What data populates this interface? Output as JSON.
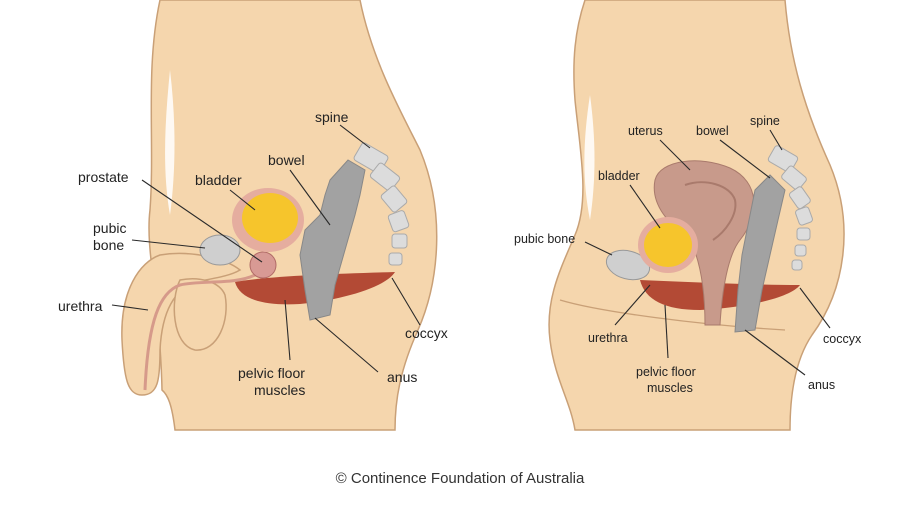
{
  "male_labels": {
    "spine": "spine",
    "bowel": "bowel",
    "bladder": "bladder",
    "prostate": "prostate",
    "pubic_bone_line1": "pubic",
    "pubic_bone_line2": "bone",
    "urethra": "urethra",
    "coccyx": "coccyx",
    "pelvic_floor_line1": "pelvic floor",
    "pelvic_floor_line2": "muscles",
    "anus": "anus"
  },
  "female_labels": {
    "uterus": "uterus",
    "bowel": "bowel",
    "spine": "spine",
    "bladder": "bladder",
    "pubic_bone": "pubic bone",
    "urethra": "urethra",
    "pelvic_floor_line1": "pelvic floor",
    "pelvic_floor_line2": "muscles",
    "coccyx": "coccyx",
    "anus": "anus"
  },
  "copyright": "© Continence Foundation of Australia",
  "colors": {
    "skin": "#f5d6ad",
    "skin_outline": "#c9a077",
    "bladder": "#f6c52c",
    "bladder_rim": "#e5ad9f",
    "muscle": "#b34a35",
    "bowel": "#a2a2a2",
    "spine": "#dcdcdc",
    "uterus": "#c89a8b",
    "bone": "#c9c9c9"
  }
}
